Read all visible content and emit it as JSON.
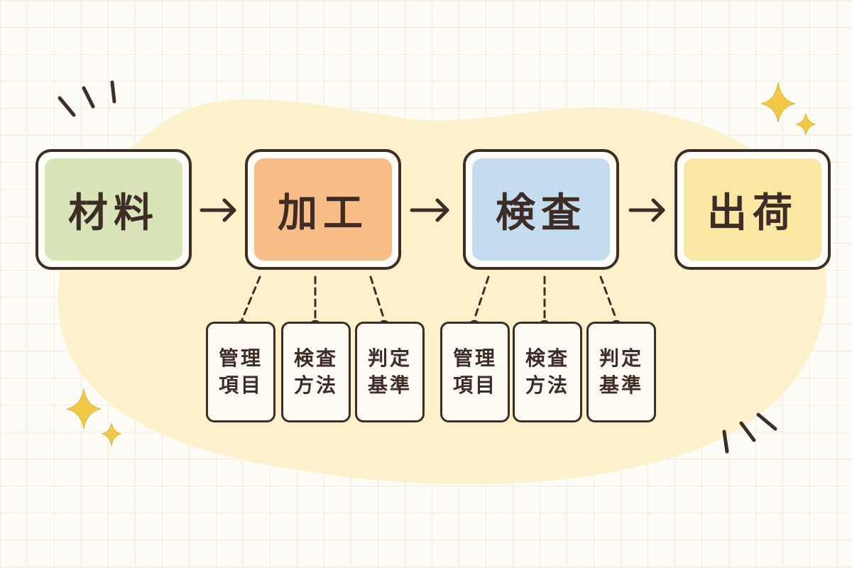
{
  "stages": [
    {
      "id": "material",
      "label": "材料",
      "color": "#d9e4b8"
    },
    {
      "id": "processing",
      "label": "加工",
      "color": "#f9bd87"
    },
    {
      "id": "inspection",
      "label": "検査",
      "color": "#c3ddef"
    },
    {
      "id": "shipping",
      "label": "出荷",
      "color": "#fbe7a4"
    }
  ],
  "processing_tags": [
    {
      "label": "管理項目"
    },
    {
      "label": "検査方法"
    },
    {
      "label": "判定基準"
    }
  ],
  "inspection_tags": [
    {
      "label": "管理項目"
    },
    {
      "label": "検査方法"
    },
    {
      "label": "判定基準"
    }
  ],
  "colors": {
    "outline": "#3e2c26",
    "blob": "#fdf1cc",
    "sparkle": "#f2c945",
    "pin_orange": "#f3a66e",
    "pin_blue": "#a9cde8"
  }
}
